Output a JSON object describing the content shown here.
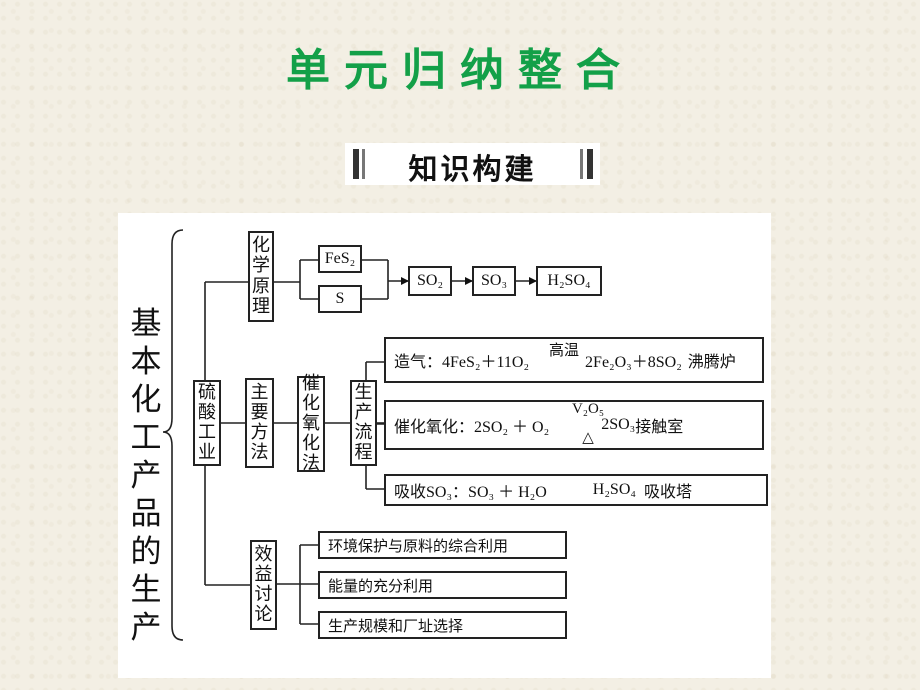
{
  "title": "单元归纳整合",
  "subtitle": "知识构建",
  "root_label": "基本化工产品的生产",
  "industry": "硫酸工业",
  "principle": {
    "label": "化学原理",
    "raw_materials": [
      "FeS₂",
      "S"
    ],
    "chain": [
      "SO₂",
      "SO₃",
      "H₂SO₄"
    ]
  },
  "method": {
    "label": "主要方法",
    "catalytic": "催化氧化法",
    "process": {
      "label": "生产流程",
      "steps": [
        {
          "prefix": "造气：",
          "left": "4FeS₂＋11O₂",
          "condition": "高温",
          "right": "2Fe₂O₃＋8SO₂",
          "equipment": "沸腾炉"
        },
        {
          "prefix": "催化氧化：",
          "left": "2SO₂ ＋ O₂",
          "catalyst": "V₂O₅",
          "heat": "△",
          "right": "2SO₃",
          "equipment": "接触室"
        },
        {
          "prefix": "吸收SO₃：",
          "left": "SO₃ ＋ H₂O",
          "right": "H₂SO₄",
          "equipment": "吸收塔"
        }
      ]
    }
  },
  "benefit": {
    "label": "效益讨论",
    "items": [
      "环境保护与原料的综合利用",
      "能量的充分利用",
      "生产规模和厂址选择"
    ]
  }
}
